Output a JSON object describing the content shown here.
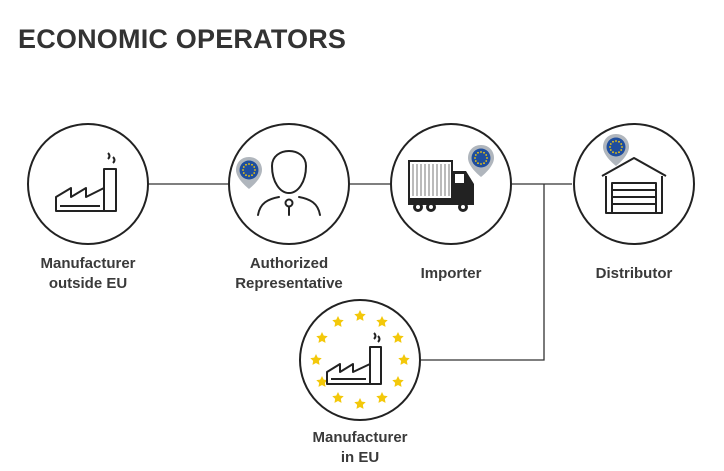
{
  "page": {
    "title": "ECONOMIC OPERATORS"
  },
  "nodes": {
    "manufacturer_outside_eu": {
      "label_line1": "Manufacturer",
      "label_line2": "outside EU",
      "icon": "factory-icon",
      "eu_badge": false
    },
    "authorized_representative": {
      "label_line1": "Authorized",
      "label_line2": "Representative",
      "icon": "person-icon",
      "eu_badge": true
    },
    "importer": {
      "label_line1": "Importer",
      "icon": "truck-icon",
      "eu_badge": true
    },
    "distributor": {
      "label_line1": "Distributor",
      "icon": "warehouse-icon",
      "eu_badge": true
    },
    "manufacturer_in_eu": {
      "label_line1": "Manufacturer",
      "label_line2": "in EU",
      "icon": "factory-icon",
      "eu_stars_ring": true
    }
  },
  "colors": {
    "outline": "#222222",
    "connector": "#333333",
    "eu_blue": "#1f4e9e",
    "eu_star": "#f3c80a",
    "pin_gray": "#b0b6bd",
    "text": "#3a3a3a"
  }
}
